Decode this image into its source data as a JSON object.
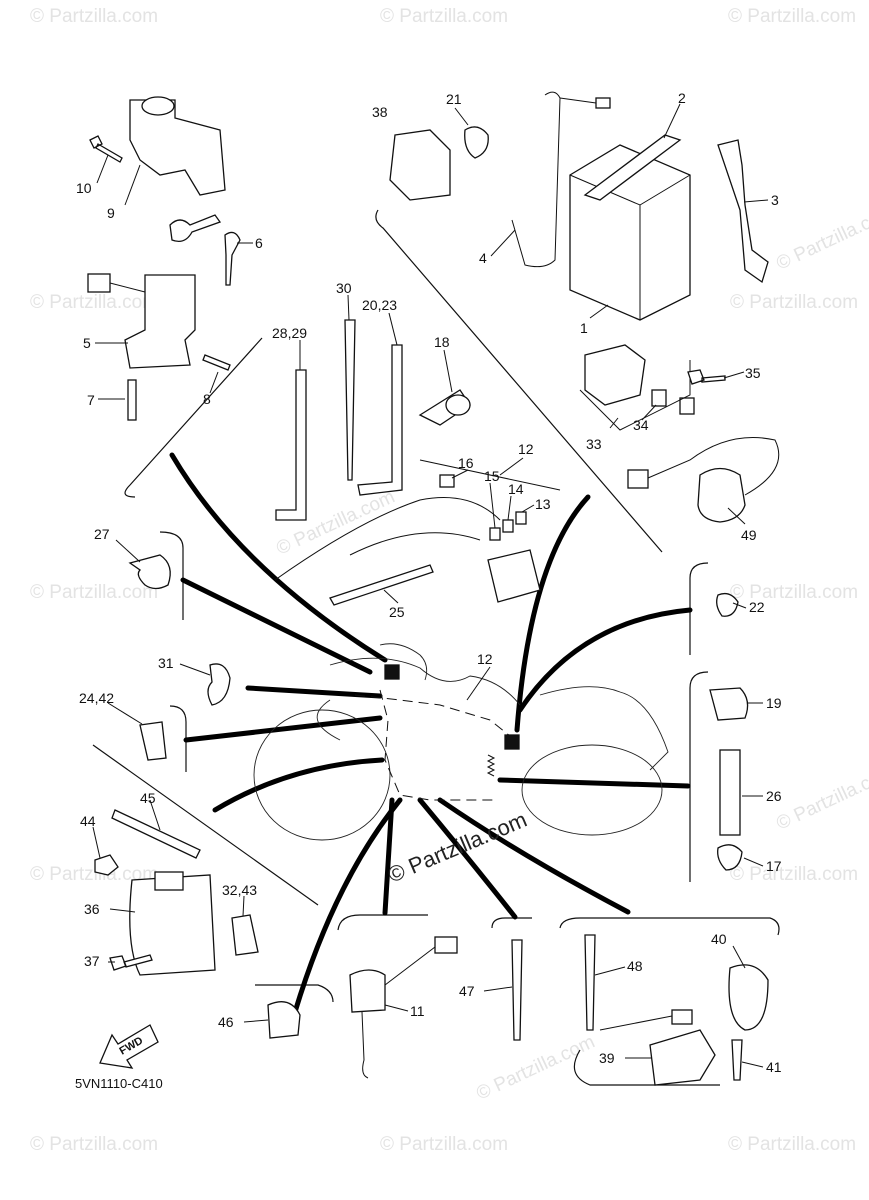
{
  "diagram": {
    "code": "5VN1110-C410",
    "fwd_label": "FWD",
    "watermark": "© Partzilla.com",
    "center_watermark": "© Partzilla.com"
  },
  "callouts": {
    "c1": "1",
    "c2": "2",
    "c3": "3",
    "c4": "4",
    "c5": "5",
    "c6": "6",
    "c7": "7",
    "c8": "8",
    "c9": "9",
    "c10": "10",
    "c11": "11",
    "c12a": "12",
    "c12b": "12",
    "c13": "13",
    "c14": "14",
    "c15": "15",
    "c16": "16",
    "c17": "17",
    "c18": "18",
    "c19": "19",
    "c20_23": "20,23",
    "c21": "21",
    "c22": "22",
    "c24_42": "24,42",
    "c25": "25",
    "c26": "26",
    "c27": "27",
    "c28_29": "28,29",
    "c30": "30",
    "c31": "31",
    "c32_43": "32,43",
    "c33": "33",
    "c34": "34",
    "c35": "35",
    "c36": "36",
    "c37": "37",
    "c38": "38",
    "c39": "39",
    "c40": "40",
    "c41": "41",
    "c44": "44",
    "c45": "45",
    "c46": "46",
    "c47": "47",
    "c48": "48",
    "c49": "49"
  }
}
